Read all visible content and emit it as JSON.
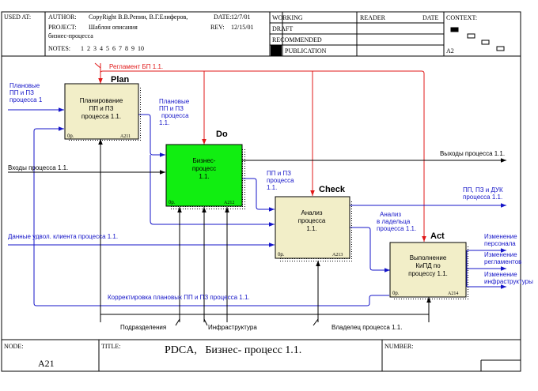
{
  "header": {
    "used_at": "USED AT:",
    "author_label": "AUTHOR:",
    "author_value": "CopyRight В.В.Репин, В.Г.Елиферов,",
    "date_label": "DATE:",
    "date_value": "12/7/01",
    "project_label": "PROJECT:",
    "project_value": "Шаблон описания",
    "project_value2": "бизнес-процесса",
    "rev_label": "REV:",
    "rev_value": "12/15/01",
    "notes_label": "NOTES:",
    "notes_numbers": "1  2  3  4  5  6  7  8  9  10",
    "status": [
      "WORKING",
      "DRAFT",
      "RECOMMENDED",
      "PUBLICATION"
    ],
    "reader_label": "READER",
    "date2_label": "DATE",
    "context_label": "CONTEXT:",
    "context_node": "A2"
  },
  "boxes": {
    "plan": {
      "title": "Plan",
      "label": [
        "Планирование",
        "ПП и ПЗ",
        "процесса 1.1."
      ],
      "cost": "0р.",
      "node": "A211"
    },
    "do": {
      "title": "Do",
      "label": [
        "Бизнес-",
        "процесс",
        "1.1."
      ],
      "cost": "0р.",
      "node": "A212"
    },
    "check": {
      "title": "Check",
      "label": [
        "Анализ",
        "процесса",
        "1.1."
      ],
      "cost": "0р.",
      "node": "A213"
    },
    "act": {
      "title": "Act",
      "label": [
        "Выполнение",
        "КиПД по",
        "процессу 1.1."
      ],
      "cost": "0р.",
      "node": "A214"
    }
  },
  "arrows": {
    "reglament": "Регламент БП 1.1.",
    "plan_in": [
      "Плановые",
      "ПП и ПЗ",
      "процесса 1"
    ],
    "plan_out": [
      "Плановые",
      "ПП и ПЗ",
      "процесса",
      "1.1."
    ],
    "inputs": "Входы процесса 1.1.",
    "outputs": "Выходы процесса 1.1.",
    "do_out": [
      "ПП и ПЗ",
      "процесса",
      "1.1."
    ],
    "check_out": [
      "ПП, ПЗ и ДУК",
      "процесса 1.1."
    ],
    "check_act": [
      "Анализ",
      "в ладельца",
      "процесса 1.1."
    ],
    "client": "Данные удвол. клиента процесса 1.1.",
    "act_out1": [
      "Изменение",
      "персонала"
    ],
    "act_out2": [
      "Изменение",
      "регламентов"
    ],
    "act_out3": [
      "Изменение",
      "инфраструктуры"
    ],
    "correction": "Корректировка плановых ПП и ПЗ процесса 1.1.",
    "divisions": "Подразделения",
    "infra": "Инфраструктура",
    "owner": "Владелец процесса 1.1."
  },
  "footer": {
    "node_label": "NODE:",
    "node_value": "A21",
    "title_label": "TITLE:",
    "title_value": "PDCA,   Бизнес- процесс 1.1.",
    "number_label": "NUMBER:"
  },
  "colors": {
    "box_fill": "#f2eec8",
    "do_fill": "#11ee11",
    "blue": "#1515c8",
    "red": "#e01818",
    "black": "#000000"
  }
}
